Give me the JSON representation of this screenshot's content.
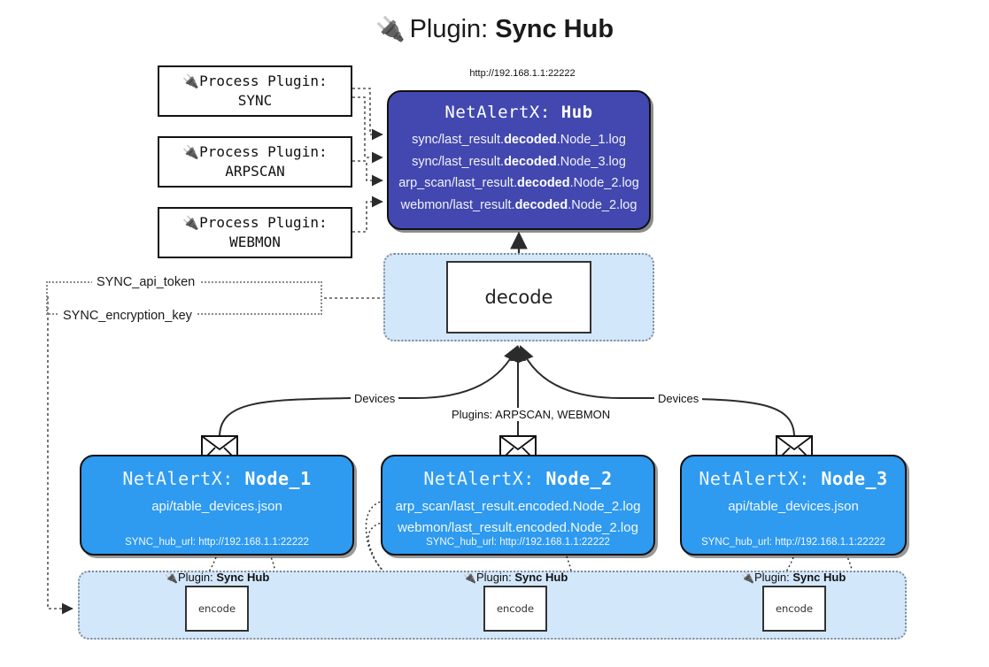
{
  "page": {
    "title_prefix": "Plugin:",
    "title_name": "Sync Hub",
    "plug_icon": "electric-plug-icon"
  },
  "hub": {
    "url": "http://192.168.1.1:22222",
    "title_prefix": "NetAlertX:",
    "title_name": "Hub",
    "logs": [
      {
        "pre": "sync/last_result.",
        "em": "decoded",
        "post": ".Node_1.log"
      },
      {
        "pre": "sync/last_result.",
        "em": "decoded",
        "post": ".Node_3.log"
      },
      {
        "pre": "arp_scan/last_result.",
        "em": "decoded",
        "post": ".Node_2.log"
      },
      {
        "pre": "webmon/last_result.",
        "em": "decoded",
        "post": ".Node_2.log"
      }
    ]
  },
  "process_plugins": [
    {
      "line1": "Process Plugin:",
      "line2": "SYNC"
    },
    {
      "line1": "Process Plugin:",
      "line2": "ARPSCAN"
    },
    {
      "line1": "Process Plugin:",
      "line2": "WEBMON"
    }
  ],
  "decode": {
    "label": "decode"
  },
  "secrets": [
    "SYNC_api_token",
    "SYNC_encryption_key"
  ],
  "edge_labels": {
    "devices_left": "Devices",
    "devices_right": "Devices",
    "plugins_center": "Plugins: ARPSCAN, WEBMON"
  },
  "nodes": [
    {
      "title_prefix": "NetAlertX:",
      "title_name": "Node_1",
      "lines": [
        "api/table_devices.json"
      ],
      "footer": "SYNC_hub_url: http://192.168.1.1:22222"
    },
    {
      "title_prefix": "NetAlertX:",
      "title_name": "Node_2",
      "lines": [
        "arp_scan/last_result.encoded.Node_2.log",
        "webmon/last_result.encoded.Node_2.log"
      ],
      "footer": "SYNC_hub_url: http://192.168.1.1:22222"
    },
    {
      "title_prefix": "NetAlertX:",
      "title_name": "Node_3",
      "lines": [
        "api/table_devices.json"
      ],
      "footer": "SYNC_hub_url: http://192.168.1.1:22222"
    }
  ],
  "encoders": [
    {
      "plugin_prefix": "Plugin:",
      "plugin_name": "Sync Hub",
      "label": "encode"
    },
    {
      "plugin_prefix": "Plugin:",
      "plugin_name": "Sync Hub",
      "label": "encode"
    },
    {
      "plugin_prefix": "Plugin:",
      "plugin_name": "Sync Hub",
      "label": "encode"
    }
  ],
  "colors": {
    "hub_fill": "#4248af",
    "node_fill": "#2e9af0",
    "region_fill": "#d3e7fa",
    "stroke": "#111111",
    "dotted_stroke": "#7f8b96"
  }
}
